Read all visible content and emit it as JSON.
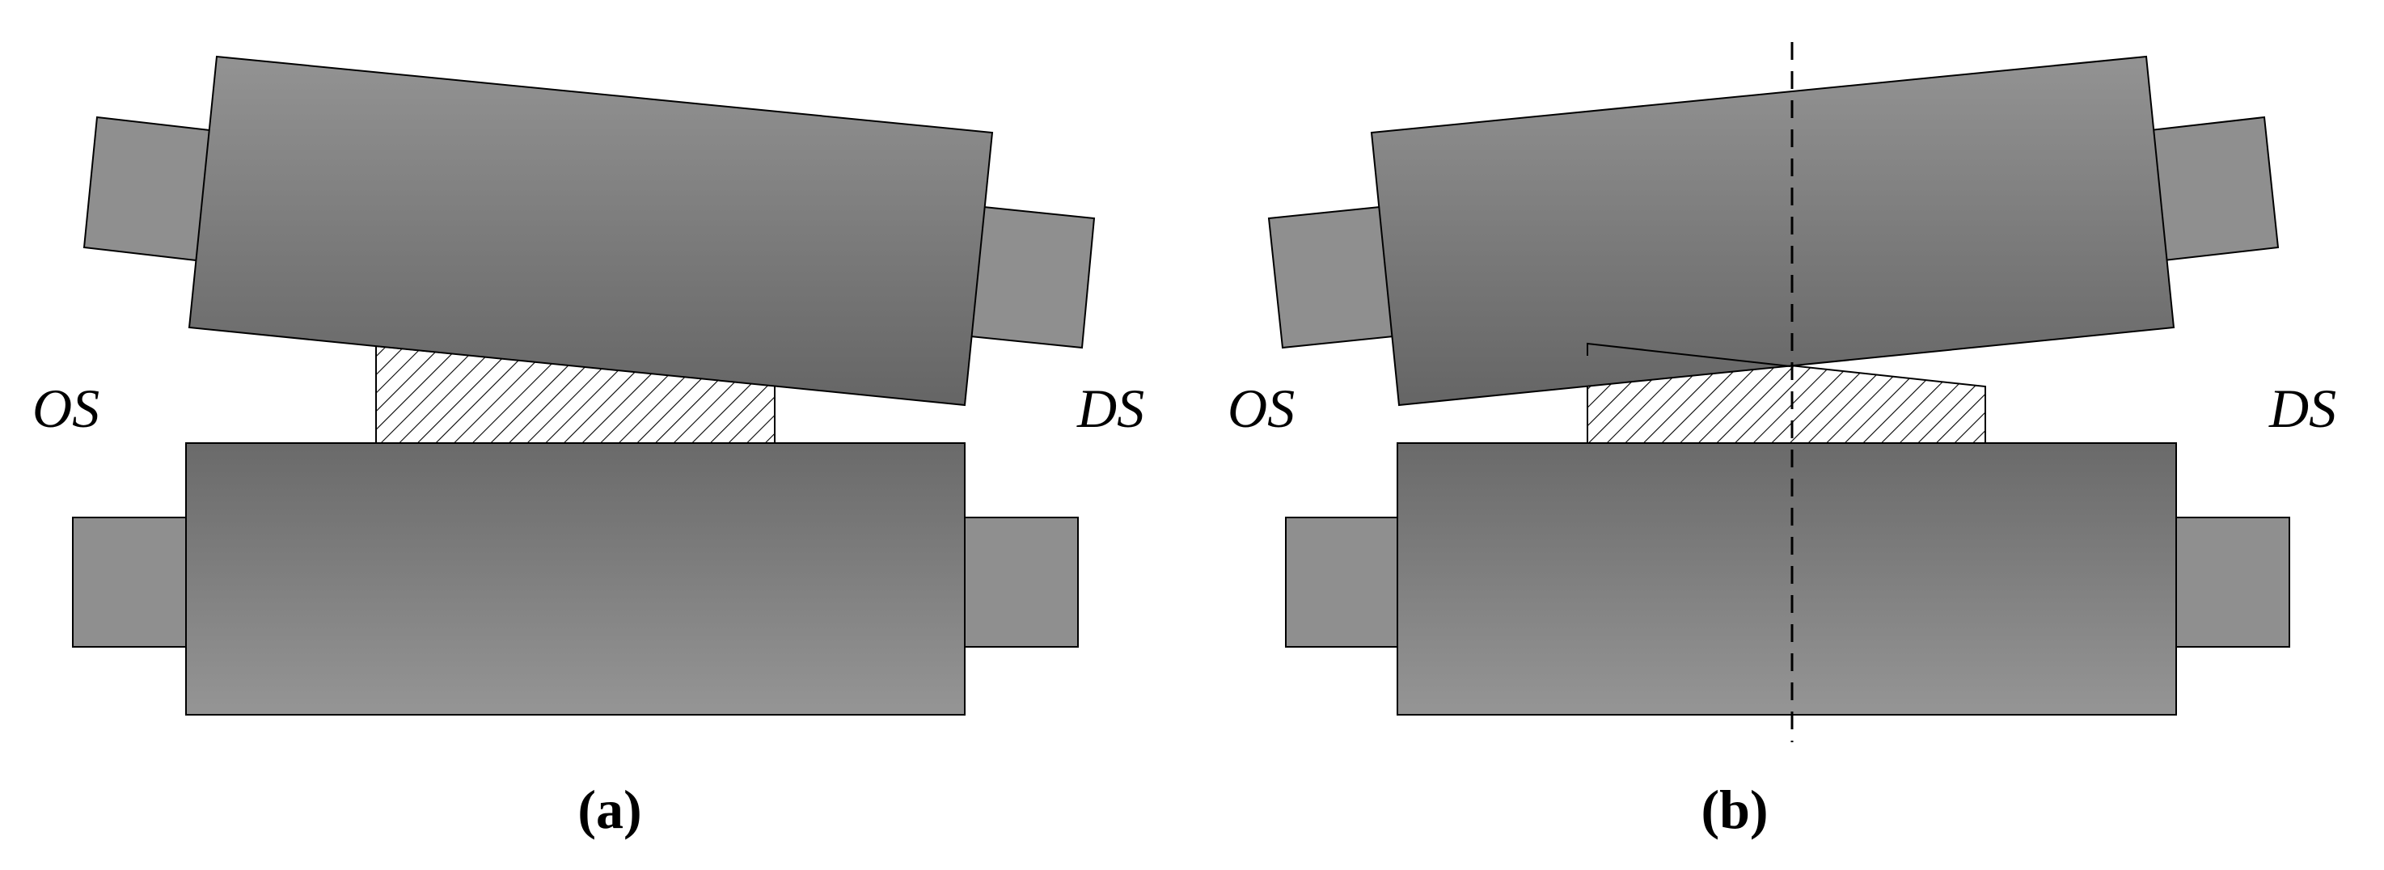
{
  "figure": {
    "panels": [
      {
        "id": "a",
        "label": "(a)",
        "left_label": "OS",
        "right_label": "DS"
      },
      {
        "id": "b",
        "label": "(b)",
        "left_label": "OS",
        "right_label": "DS"
      }
    ],
    "colors": {
      "roll_light": "#939393",
      "roll_dark": "#6a6a6a",
      "neck": "#8f8f8f",
      "hatch": "#000000",
      "background": "#ffffff"
    }
  }
}
